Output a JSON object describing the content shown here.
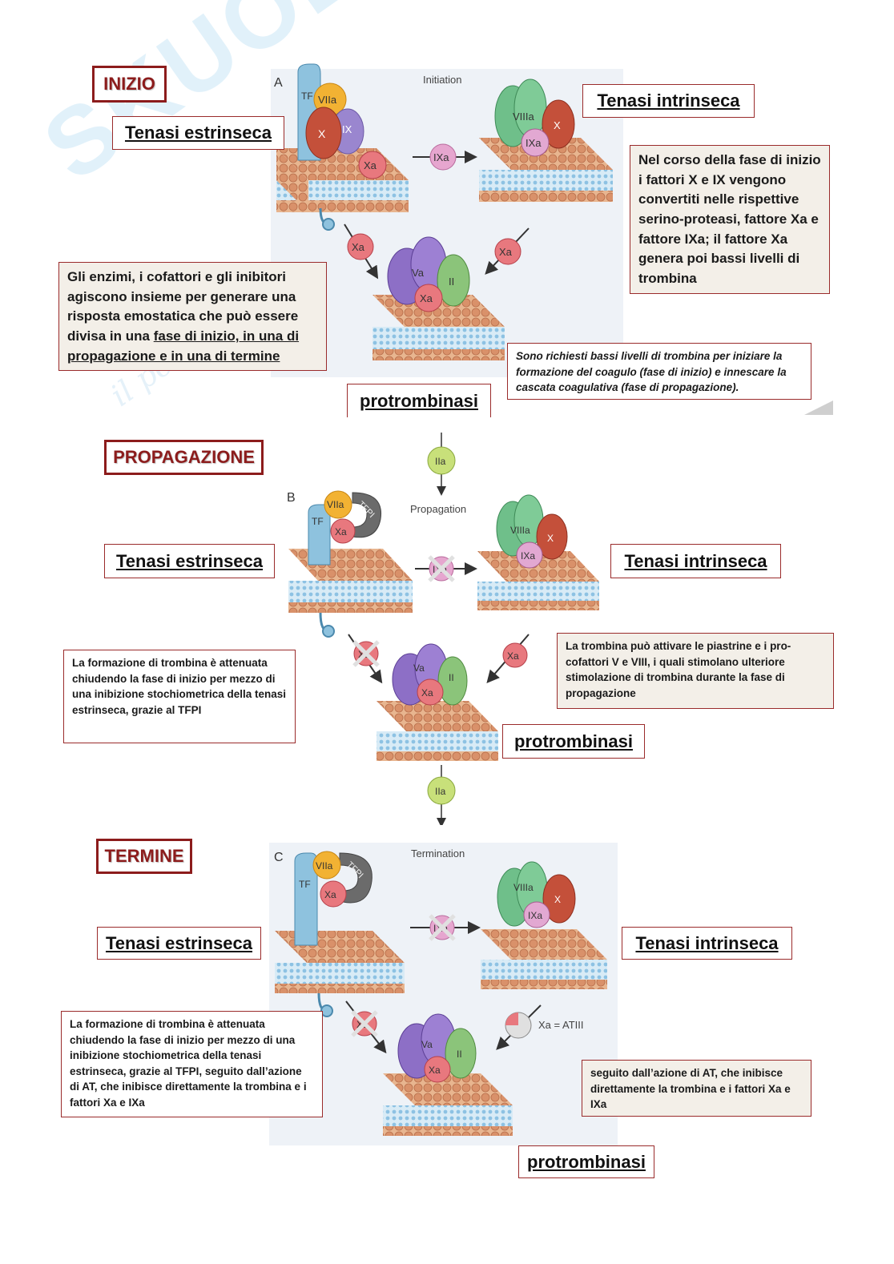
{
  "watermark": {
    "text": "SKUOLA",
    "subtitle": "il portale dello studente"
  },
  "sections": {
    "initiation": {
      "phase_label": "INIZIO",
      "panel_letter": "A",
      "panel_caption": "Initiation",
      "extrinsic_label": "Tenasi estrinseca",
      "intrinsic_label": "Tenasi intrinseca",
      "product_label": "protrombinasi",
      "factors": {
        "tf": "TF",
        "viia": "VIIa",
        "x": "X",
        "ix": "IX",
        "xa": "Xa",
        "ixa": "IXa",
        "viiia": "VIIIa",
        "va": "Va",
        "ii": "II"
      },
      "note_right": "Nel corso della fase di inizio i fattori X e IX vengono convertiti nelle rispettive serino-proteasi, fattore Xa e fattore IXa; il fattore Xa genera poi bassi livelli di trombina",
      "note_left_plain": "Gli enzimi, i cofattori e gli inibitori agiscono insieme per generare una risposta emostatica che può essere divisa in una ",
      "note_left_underlined": "fase di inizio, in una di propagazione e in una di termine",
      "note_italic": "Sono richiesti bassi livelli di trombina per iniziare la formazione del coagulo (fase di inizio) e innescare la cascata coagulativa  (fase di propagazione)."
    },
    "propagation": {
      "phase_label": "PROPAGAZIONE",
      "panel_letter": "B",
      "panel_caption": "Propagation",
      "iia_label": "IIa",
      "extrinsic_label": "Tenasi estrinseca",
      "intrinsic_label": "Tenasi intrinseca",
      "product_label": "protrombinasi",
      "factors": {
        "tf": "TF",
        "viia": "VIIa",
        "tfpi": "TFPI",
        "xa": "Xa",
        "ixa": "IXa",
        "viiia": "VIIIa",
        "x": "X",
        "va": "Va",
        "ii": "II"
      },
      "note_left": "La formazione di trombina è attenuata  chiudendo la fase di inizio per mezzo di una inibizione stochiometrica della tenasi estrinseca, grazie al  TFPI",
      "note_right": "La trombina può attivare le piastrine e i pro-cofattori  V e VIII, i quali stimolano ulteriore stimolazione di trombina durante la fase di propagazione"
    },
    "termination": {
      "phase_label": "TERMINE",
      "panel_letter": "C",
      "panel_caption": "Termination",
      "iia_label": "IIa",
      "extrinsic_label": "Tenasi estrinseca",
      "intrinsic_label": "Tenasi intrinseca",
      "product_label": "protrombinasi",
      "factors": {
        "tf": "TF",
        "viia": "VIIa",
        "tfpi": "TFPI",
        "xa": "Xa",
        "ixa": "IXa",
        "viiia": "VIIIa",
        "x": "X",
        "va": "Va",
        "ii": "II",
        "xa_atiii": "Xa = ATIII"
      },
      "note_left": "La formazione di trombina è attenuata chiudendo la fase di inizio per mezzo di una inibizione stochiometrica della tenasi estrinseca, grazie al  TFPI, seguito dall’azione di AT, che inibisce direttamente la trombina e i fattori  Xa  e IXa",
      "note_right": "seguito dall’azione di AT, che inibisce direttamente la trombina e i fattori Xa  e IXa"
    }
  },
  "colors": {
    "phase_border": "#8c1c1c",
    "membrane_head": "#e0a57a",
    "membrane_tail": "#a9cfe8",
    "factor_va": "#8d6fc6",
    "factor_ii": "#8bc47a",
    "factor_xa": "#e8787e",
    "factor_viia": "#f2b233",
    "factor_x": "#c4503a",
    "factor_viiia": "#6fbf8a",
    "factor_ixa": "#e2a8d2",
    "tf": "#8ec2de",
    "iia": "#c8e07a",
    "tfpi": "#6b6b6b"
  }
}
